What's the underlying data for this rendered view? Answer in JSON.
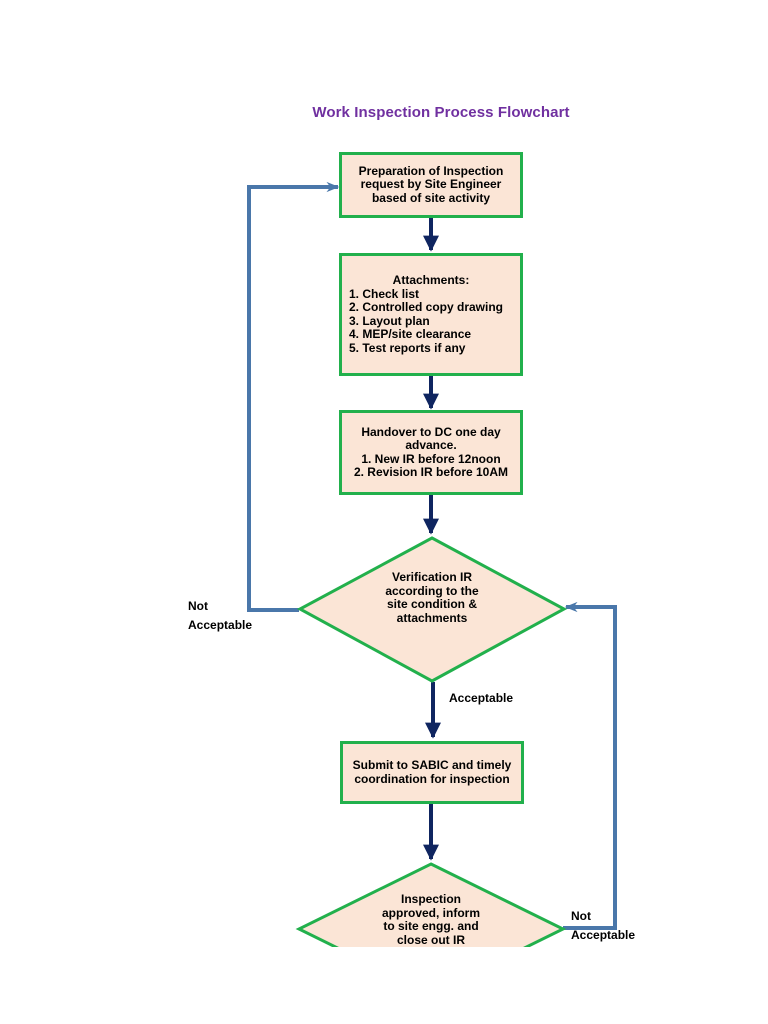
{
  "title": "Work Inspection Process Flowchart",
  "steps": {
    "preparation": [
      "Preparation of Inspection",
      "request by Site Engineer",
      "based of site activity"
    ],
    "attachments": [
      "Attachments:",
      "1. Check list",
      "2. Controlled copy drawing",
      "3. Layout plan",
      "4. MEP/site clearance",
      "5. Test reports if any"
    ],
    "handover": [
      "Handover to DC one day",
      "advance.",
      "1. New IR before 12noon",
      "2. Revision IR before 10AM"
    ],
    "submit": [
      "Submit to SABIC and timely",
      "coordination for inspection"
    ]
  },
  "decisions": {
    "verification": [
      "Verification IR",
      "according to the",
      "site condition &",
      "attachments"
    ],
    "inspection": [
      "Inspection",
      "approved, inform",
      "to site engg. and",
      "close out IR"
    ]
  },
  "labels": {
    "not_acceptable_left": [
      "Not",
      "Acceptable"
    ],
    "acceptable": "Acceptable",
    "not_acceptable_right": [
      "Not",
      "Acceptable"
    ]
  },
  "colors": {
    "box_fill": "#fbe5d6",
    "box_border": "#22b04c",
    "down_arrow": "#0f2560",
    "loop_line": "#4a77aa",
    "title": "#7030a0"
  }
}
